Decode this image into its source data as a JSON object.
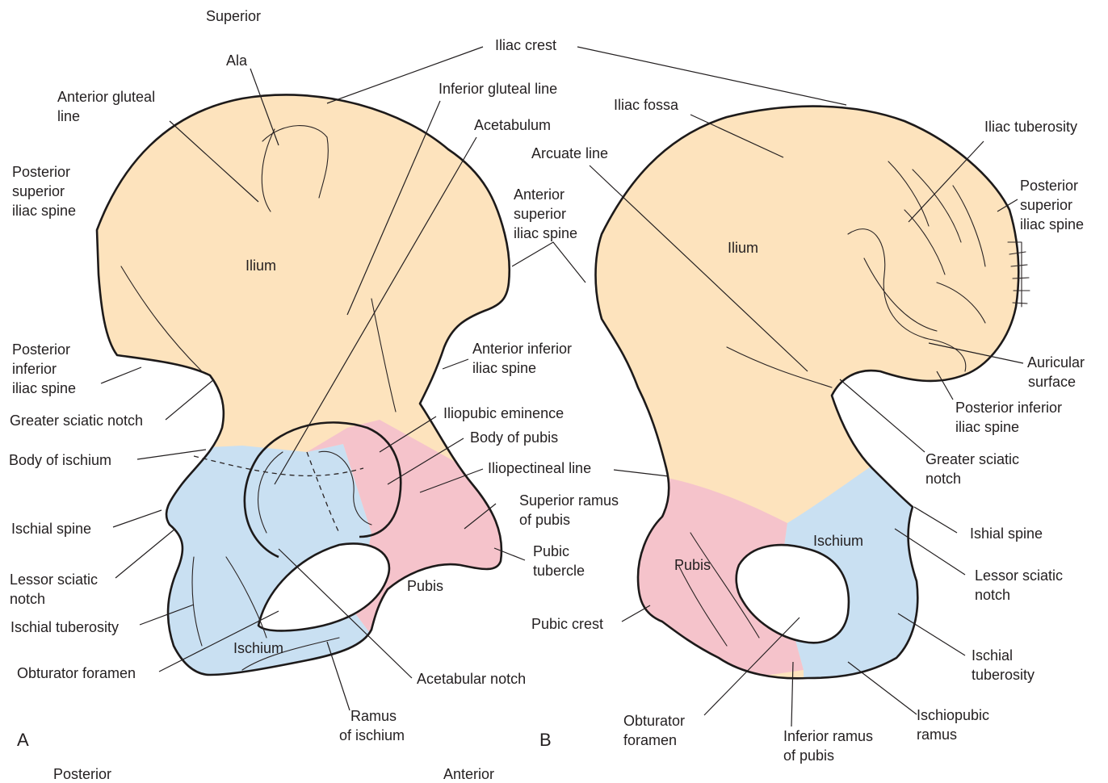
{
  "colors": {
    "ilium": "#fde3bd",
    "ischium": "#c9e0f2",
    "pubis": "#f5c3cb",
    "outline": "#1d1a1a",
    "text": "#231f20"
  },
  "orientation": {
    "superior": "Superior",
    "posterior": "Posterior",
    "anterior": "Anterior"
  },
  "panels": {
    "a": {
      "letter": "A",
      "regions": {
        "ilium": "Ilium",
        "ischium": "Ischium",
        "pubis": "Pubis"
      },
      "labels": {
        "ala": "Ala",
        "iliac_crest": "Iliac crest",
        "inferior_gluteal_line": "Inferior gluteal line",
        "acetabulum": "Acetabulum",
        "anterior_gluteal_line_1": "Anterior gluteal",
        "anterior_gluteal_line_2": "line",
        "posterior_superior_iliac_spine_1": "Posterior",
        "posterior_superior_iliac_spine_2": "superior",
        "posterior_superior_iliac_spine_3": "iliac spine",
        "anterior_superior_iliac_spine_1": "Anterior",
        "anterior_superior_iliac_spine_2": "superior",
        "anterior_superior_iliac_spine_3": "iliac spine",
        "posterior_inferior_iliac_spine_1": "Posterior",
        "posterior_inferior_iliac_spine_2": "inferior",
        "posterior_inferior_iliac_spine_3": "iliac spine",
        "anterior_inferior_iliac_spine_1": "Anterior inferior",
        "anterior_inferior_iliac_spine_2": "iliac spine",
        "greater_sciatic_notch": "Greater sciatic notch",
        "iliopubic_eminence": "Iliopubic eminence",
        "body_of_pubis": "Body of pubis",
        "body_of_ischium": "Body of ischium",
        "iliopectineal_line": "Iliopectineal line",
        "superior_ramus_1": "Superior ramus",
        "superior_ramus_2": "of pubis",
        "ischial_spine": "Ischial spine",
        "pubic_tubercle_1": "Pubic",
        "pubic_tubercle_2": "tubercle",
        "lessor_sciatic_notch_1": "Lessor sciatic",
        "lessor_sciatic_notch_2": "notch",
        "ischial_tuberosity": "Ischial tuberosity",
        "obturator_foramen": "Obturator foramen",
        "acetabular_notch": "Acetabular notch",
        "ramus_of_ischium_1": "Ramus",
        "ramus_of_ischium_2": "of ischium"
      }
    },
    "b": {
      "letter": "B",
      "regions": {
        "ilium": "Ilium",
        "ischium": "Ischium",
        "pubis": "Pubis"
      },
      "labels": {
        "iliac_fossa": "Iliac fossa",
        "arcuate_line": "Arcuate line",
        "iliac_tuberosity": "Iliac tuberosity",
        "posterior_superior_iliac_spine_1": "Posterior",
        "posterior_superior_iliac_spine_2": "superior",
        "posterior_superior_iliac_spine_3": "iliac spine",
        "auricular_surface_1": "Auricular",
        "auricular_surface_2": "surface",
        "posterior_inferior_iliac_spine_1": "Posterior inferior",
        "posterior_inferior_iliac_spine_2": "iliac spine",
        "greater_sciatic_notch_1": "Greater sciatic",
        "greater_sciatic_notch_2": "notch",
        "ishial_spine": "Ishial spine",
        "lessor_sciatic_notch_1": "Lessor sciatic",
        "lessor_sciatic_notch_2": "notch",
        "ischial_tuberosity_1": "Ischial",
        "ischial_tuberosity_2": "tuberosity",
        "pubic_crest": "Pubic crest",
        "obturator_foramen_1": "Obturator",
        "obturator_foramen_2": "foramen",
        "inferior_ramus_1": "Inferior ramus",
        "inferior_ramus_2": "of pubis",
        "ischiopubic_ramus_1": "Ischiopubic",
        "ischiopubic_ramus_2": "ramus"
      }
    }
  }
}
